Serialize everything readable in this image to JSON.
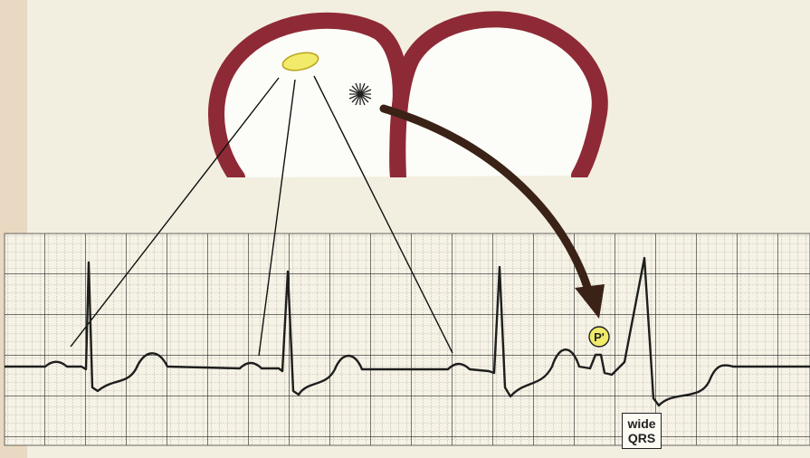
{
  "labels": {
    "ectopic_p": "P'",
    "wide_qrs_line1": "wide",
    "wide_qrs_line2": "QRS"
  },
  "colors": {
    "paper": "#f3efe0",
    "grid": "#2a2a2a",
    "heart_wall": "#8e2a36",
    "sa_node": "#f1ea6a",
    "arrow": "#3a2217",
    "trace": "#1e1e1e"
  }
}
